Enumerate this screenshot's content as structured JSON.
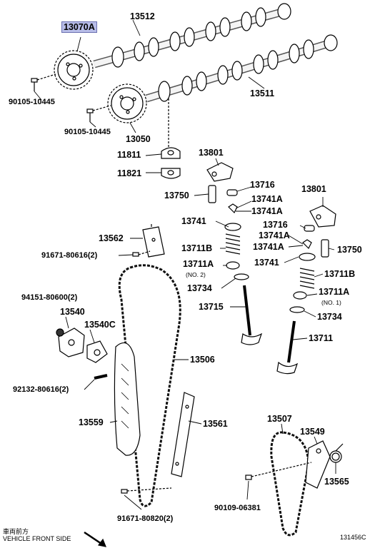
{
  "diagram": {
    "highlighted_part": "13070A",
    "parts": {
      "p13070A": "13070A",
      "p13512": "13512",
      "p13511": "13511",
      "p90105a": "90105-10445",
      "p90105b": "90105-10445",
      "p13050": "13050",
      "p11811": "11811",
      "p11821": "11821",
      "p13801a": "13801",
      "p13801b": "13801",
      "p13716a": "13716",
      "p13716b": "13716",
      "p13750a": "13750",
      "p13750b": "13750",
      "p13741Aa": "13741A",
      "p13741Ab": "13741A",
      "p13741Ac": "13741A",
      "p13741Ad": "13741A",
      "p13741a": "13741",
      "p13741b": "13741",
      "p13562": "13562",
      "p91671a": "91671-80616(2)",
      "p13711Ba": "13711B",
      "p13711Bb": "13711B",
      "p13711Aa": "13711A",
      "p13711Aa_note": "(NO. 2)",
      "p13711Ab": "13711A",
      "p13711Ab_note": "(NO. 1)",
      "p13734a": "13734",
      "p13734b": "13734",
      "p94151": "94151-80600(2)",
      "p13540": "13540",
      "p13540C": "13540C",
      "p13715": "13715",
      "p13711": "13711",
      "p13506": "13506",
      "p92132": "92132-80616(2)",
      "p13559": "13559",
      "p13561": "13561",
      "p13507": "13507",
      "p13549": "13549",
      "p13565": "13565",
      "p90109": "90109-06381",
      "p91671b": "91671-80820(2)"
    },
    "footer": {
      "jp_label": "車両前方",
      "en_label": "VEHICLE FRONT SIDE",
      "figure_id": "131456C"
    },
    "colors": {
      "highlight_fill": "#b8bde8",
      "line": "#000000"
    }
  }
}
